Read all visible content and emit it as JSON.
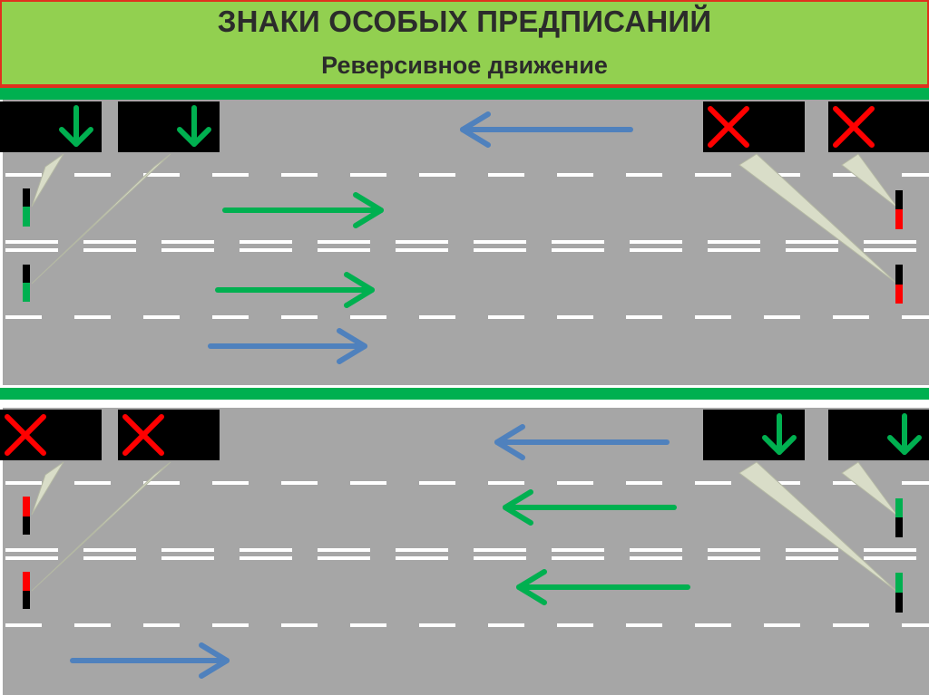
{
  "header": {
    "title": "ЗНАКИ ОСОБЫХ ПРЕДПИСАНИЙ",
    "subtitle": "Реверсивное движение"
  },
  "colors": {
    "banner": "#92d050",
    "banner_border": "#e0301e",
    "road": "#a6a6a6",
    "road_edge": "#00b050",
    "lane_marking": "#ffffff",
    "signal_green": "#00b050",
    "signal_red": "#ff0000",
    "arrow_blue": "#4f81bd",
    "arrow_green": "#00b050",
    "callout": "#d9ddc8"
  },
  "panels": [
    {
      "name": "panel-top",
      "lanes": [
        {
          "lane": 1,
          "direction": "left",
          "arrow_color": "blue",
          "left_signal": "green-down-arrow",
          "right_signal": "red-cross"
        },
        {
          "lane": 2,
          "direction": "right",
          "arrow_color": "green",
          "left_signal": "green-down-arrow",
          "right_signal": "red-cross"
        },
        {
          "lane": 3,
          "direction": "right",
          "arrow_color": "green"
        },
        {
          "lane": 4,
          "direction": "right",
          "arrow_color": "blue"
        }
      ]
    },
    {
      "name": "panel-bottom",
      "lanes": [
        {
          "lane": 1,
          "direction": "left",
          "arrow_color": "blue",
          "left_signal": "red-cross",
          "right_signal": "green-down-arrow"
        },
        {
          "lane": 2,
          "direction": "left",
          "arrow_color": "green",
          "left_signal": "red-cross",
          "right_signal": "green-down-arrow"
        },
        {
          "lane": 3,
          "direction": "left",
          "arrow_color": "green"
        },
        {
          "lane": 4,
          "direction": "right",
          "arrow_color": "blue"
        }
      ]
    }
  ]
}
